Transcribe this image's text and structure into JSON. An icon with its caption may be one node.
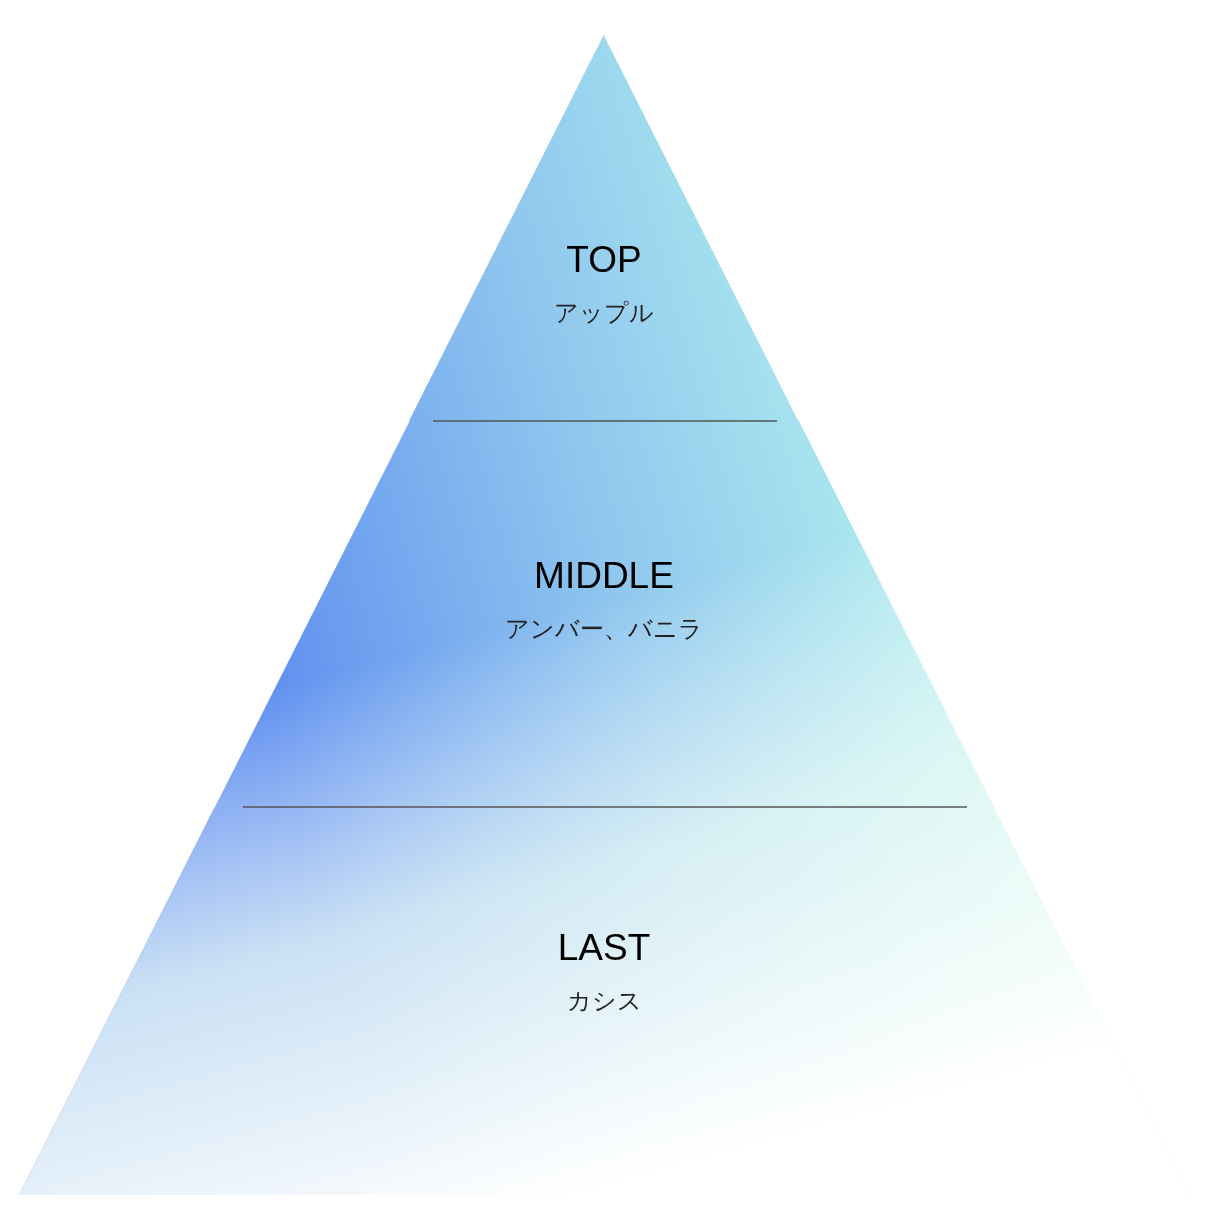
{
  "diagram": {
    "nodes": [
      {
        "text": [
          "TOP",
          "アップル"
        ]
      },
      {
        "text": [
          "MIDDLE",
          "アンバー、バニラ"
        ]
      },
      {
        "text": [
          "LAST",
          "カシス"
        ]
      }
    ]
  }
}
